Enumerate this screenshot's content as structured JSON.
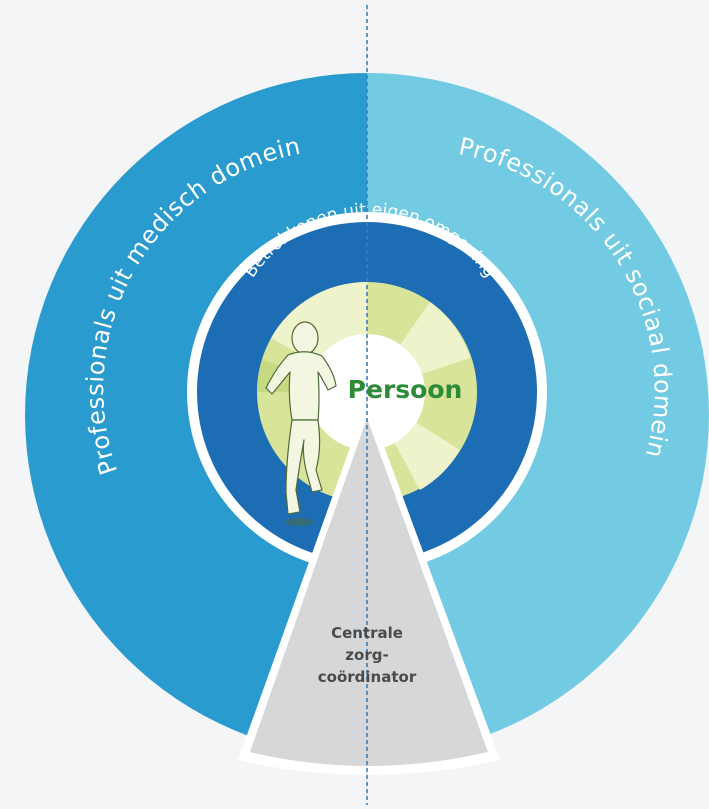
{
  "labels": {
    "outer_left": "Professionals uit medisch domein",
    "outer_right": "Professionals uit sociaal domein",
    "inner_ring": "Betrokkenen uit eigen omgeving",
    "center": "Persoon",
    "coordinator_line1": "Centrale",
    "coordinator_line2": "zorg-",
    "coordinator_line3": "coördinator"
  },
  "icons": {
    "runner": "runner-figure-icon"
  },
  "colors": {
    "outer_left": "#2a9bcf",
    "outer_right": "#72cbe2",
    "inner_ring": "#1c6db3",
    "center_core": "#ffffff",
    "center_segment_light": "#eef3cc",
    "center_segment_dark": "#d7e49a",
    "person_text": "#2e8b3a",
    "coordinator_wedge": "#d6d7d9",
    "divider": "#3a7fb8"
  }
}
